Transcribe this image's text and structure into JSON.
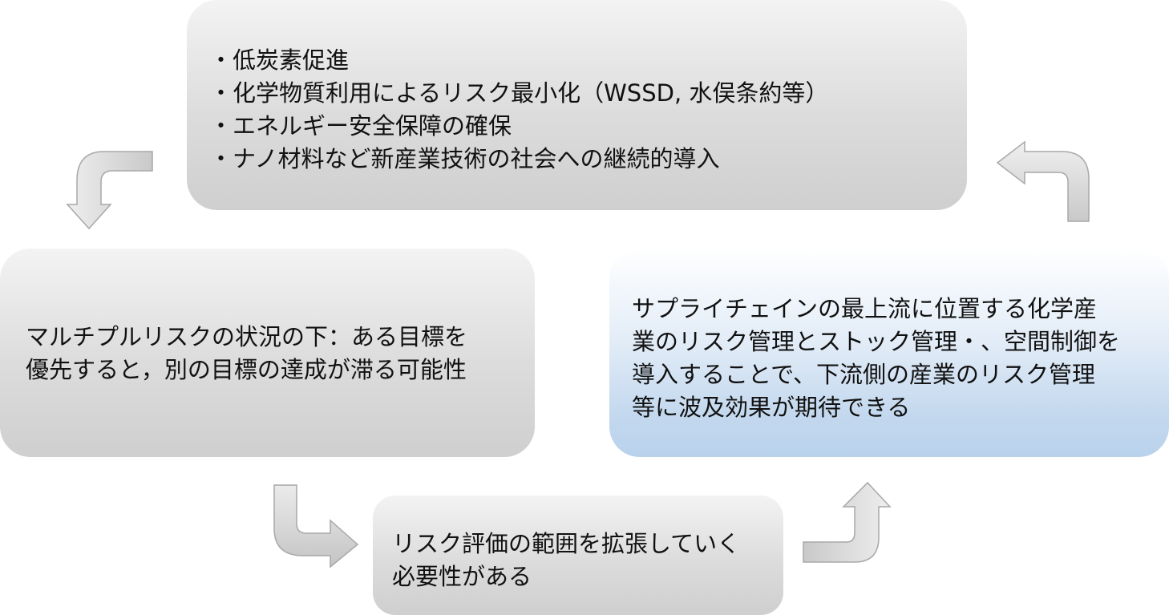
{
  "top_box": {
    "lines": [
      "・低炭素促進",
      "・化学物質利用によるリスク最小化（WSSD, 水俣条約等）",
      "・エネルギー安全保障の確保",
      "・ナノ材料など新産業技術の社会への継続的導入"
    ]
  },
  "left_box": {
    "lines": [
      "マルチプルリスクの状況の下：ある目標を",
      "優先すると，別の目標の達成が滞る可能性"
    ]
  },
  "right_box": {
    "lines": [
      "サプライチェインの最上流に位置する化学産",
      "業のリスク管理とストック管理・、空間制御を",
      "導入することで、下流側の産業のリスク管理",
      "等に波及効果が期待できる"
    ]
  },
  "bottom_box": {
    "lines": [
      "リスク評価の範囲を拡張していく",
      "必要性がある"
    ]
  },
  "colors": {
    "gray_box_top": "#f3f3f3",
    "gray_box_bottom": "#cfcfcf",
    "blue_box_bottom": "#b9d2ec",
    "arrow_fill": "#d4d4d4",
    "arrow_stroke": "#aaaaaa"
  }
}
